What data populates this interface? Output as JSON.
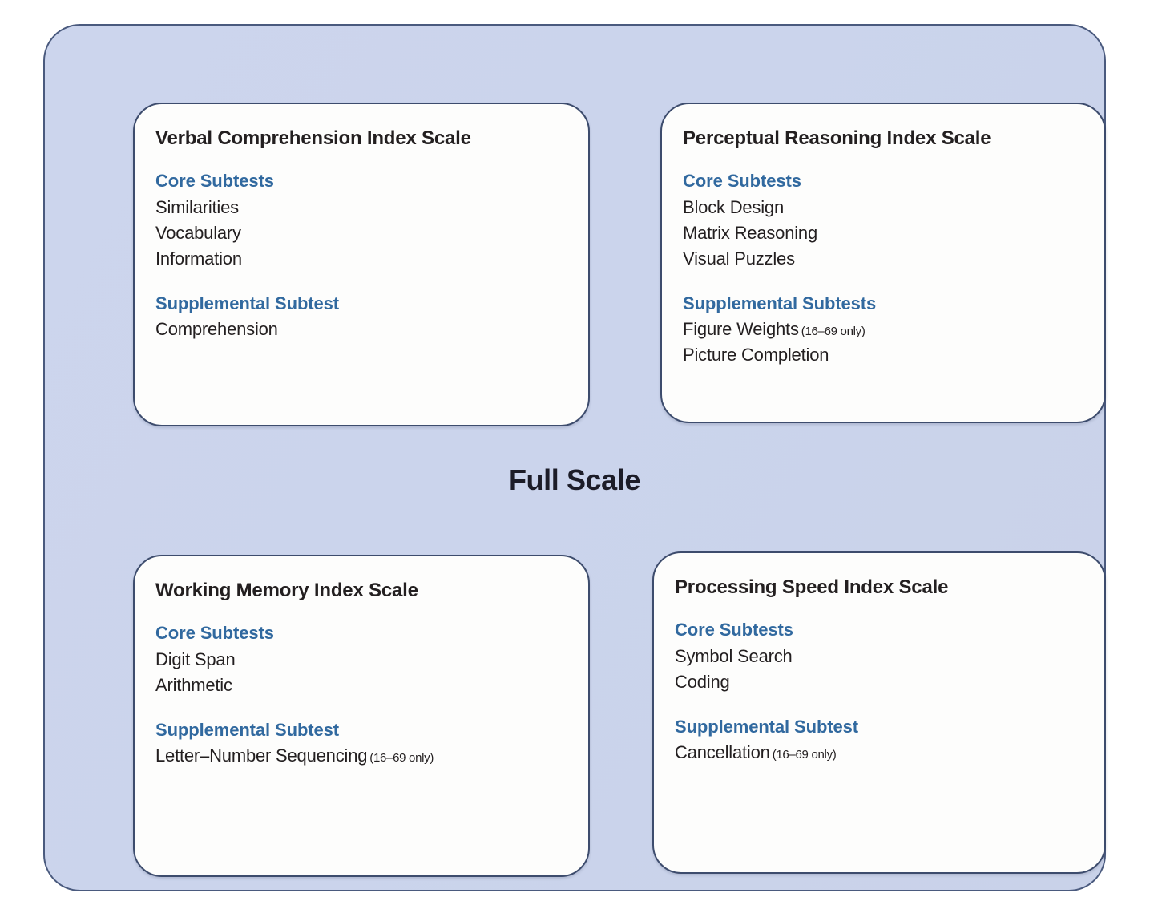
{
  "diagram": {
    "center_label": "Full Scale",
    "colors": {
      "container_fill": "#cbd4ec",
      "container_border": "#4a5a7e",
      "card_fill": "#fdfdfc",
      "card_border": "#3d4c6d",
      "heading_blue": "#31699f",
      "body_text": "#231f20"
    },
    "cards": [
      {
        "id": "verbal-comprehension",
        "title": "Verbal Comprehension Index Scale",
        "groups": [
          {
            "heading": "Core Subtests",
            "subtests": [
              {
                "name": "Similarities",
                "note": ""
              },
              {
                "name": "Vocabulary",
                "note": ""
              },
              {
                "name": "Information",
                "note": ""
              }
            ]
          },
          {
            "heading": "Supplemental Subtest",
            "subtests": [
              {
                "name": "Comprehension",
                "note": ""
              }
            ]
          }
        ]
      },
      {
        "id": "perceptual-reasoning",
        "title": "Perceptual Reasoning Index Scale",
        "groups": [
          {
            "heading": "Core Subtests",
            "subtests": [
              {
                "name": "Block Design",
                "note": ""
              },
              {
                "name": "Matrix Reasoning",
                "note": ""
              },
              {
                "name": "Visual Puzzles",
                "note": ""
              }
            ]
          },
          {
            "heading": "Supplemental Subtests",
            "subtests": [
              {
                "name": "Figure Weights",
                "note": "(16–69 only)"
              },
              {
                "name": "Picture Completion",
                "note": ""
              }
            ]
          }
        ]
      },
      {
        "id": "working-memory",
        "title": "Working Memory Index Scale",
        "groups": [
          {
            "heading": "Core Subtests",
            "subtests": [
              {
                "name": "Digit Span",
                "note": ""
              },
              {
                "name": "Arithmetic",
                "note": ""
              }
            ]
          },
          {
            "heading": "Supplemental Subtest",
            "subtests": [
              {
                "name": "Letter–Number Sequencing",
                "note": "(16–69 only)"
              }
            ]
          }
        ]
      },
      {
        "id": "processing-speed",
        "title": "Processing Speed Index Scale",
        "groups": [
          {
            "heading": "Core Subtests",
            "subtests": [
              {
                "name": "Symbol Search",
                "note": ""
              },
              {
                "name": "Coding",
                "note": ""
              }
            ]
          },
          {
            "heading": "Supplemental Subtest",
            "subtests": [
              {
                "name": "Cancellation",
                "note": "(16–69 only)"
              }
            ]
          }
        ]
      }
    ]
  }
}
